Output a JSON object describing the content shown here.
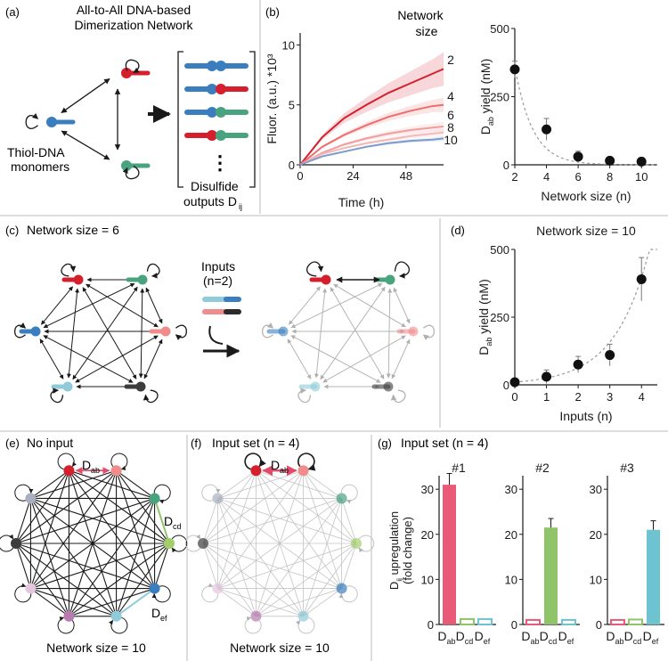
{
  "panel_a": {
    "label": "(a)",
    "title_line1": "All-to-All DNA-based",
    "title_line2": "Dimerization Network",
    "monomers_line1": "Thiol-DNA",
    "monomers_line2": "monomers",
    "outputs_line1": "Disulfide",
    "outputs_line2": "outputs D",
    "outputs_sub": "ij",
    "ellipsis": "⋮"
  },
  "panel_b": {
    "label": "(b)",
    "legend_title_line1": "Network",
    "legend_title_line2": "size"
  },
  "panel_c": {
    "label": "(c)",
    "title": "Network size = 6",
    "inputs_line1": "Inputs",
    "inputs_line2": "(n=2)"
  },
  "panel_d": {
    "label": "(d)"
  },
  "panel_e": {
    "label": "(e)",
    "title": "No input",
    "footer": "Network size = 10",
    "dab": "D",
    "dab_sub": "ab",
    "dcd": "D",
    "dcd_sub": "cd",
    "def": "D",
    "def_sub": "ef"
  },
  "panel_f": {
    "label": "(f)",
    "title": "Input set (n = 4)",
    "footer": "Network size = 10",
    "dab": "D",
    "dab_sub": "ab"
  },
  "panel_g": {
    "label": "(g)",
    "title": "Input set (n = 4)"
  },
  "colors": {
    "red": "#d4202c",
    "blue": "#3a7ebf",
    "green": "#4aa37f",
    "pink": "#f08c8c",
    "lightblue": "#8fcbd8",
    "dark": "#3c3c3c",
    "lime": "#a3cf6a",
    "purple": "#b77bb0",
    "lavender": "#e4c6df",
    "grey": "#a8b0c0",
    "bar_pink": "#e85a78",
    "bar_green": "#8fc46a",
    "bar_cyan": "#6ec3d1"
  },
  "chart_data": [
    {
      "id": "b-left",
      "type": "line",
      "xlabel": "Time (h)",
      "ylabel": "Fluor. (a.u.) *10³",
      "xticks": [
        0,
        24,
        48
      ],
      "yticks": [
        0,
        5,
        10
      ],
      "xlim": [
        0,
        65
      ],
      "ylim": [
        0,
        11
      ],
      "series": [
        {
          "name": "2",
          "color": "#d4202c",
          "band": 1.4,
          "x": [
            0,
            10,
            20,
            30,
            40,
            50,
            60,
            65
          ],
          "y": [
            0,
            2.3,
            3.9,
            5.0,
            6.0,
            6.8,
            7.6,
            8.0
          ]
        },
        {
          "name": "4",
          "color": "#ee6d6d",
          "band": 0.6,
          "x": [
            0,
            10,
            20,
            30,
            40,
            50,
            60,
            65
          ],
          "y": [
            0,
            1.5,
            2.5,
            3.3,
            4.0,
            4.5,
            4.9,
            5.0
          ]
        },
        {
          "name": "6",
          "color": "#f29d9d",
          "band": 0.4,
          "x": [
            0,
            10,
            20,
            30,
            40,
            50,
            60,
            65
          ],
          "y": [
            0,
            1.0,
            1.7,
            2.2,
            2.6,
            2.9,
            3.1,
            3.2
          ]
        },
        {
          "name": "8",
          "color": "#f4b8b8",
          "band": 0.3,
          "x": [
            0,
            10,
            20,
            30,
            40,
            50,
            60,
            65
          ],
          "y": [
            0,
            0.9,
            1.4,
            1.8,
            2.1,
            2.4,
            2.6,
            2.7
          ]
        },
        {
          "name": "10",
          "color": "#7b9ccc",
          "band": 0.2,
          "x": [
            0,
            10,
            20,
            30,
            40,
            50,
            60,
            65
          ],
          "y": [
            0,
            0.7,
            1.1,
            1.5,
            1.8,
            2.0,
            2.1,
            2.2
          ]
        }
      ]
    },
    {
      "id": "b-right",
      "type": "scatter",
      "xlabel": "Network size (n)",
      "ylabel": "D",
      "ylabel_sub": "ab",
      "ylabel_rest": " yield (nM)",
      "xticks": [
        2,
        4,
        6,
        8,
        10
      ],
      "yticks": [
        0,
        250,
        500
      ],
      "xlim": [
        2,
        11
      ],
      "ylim": [
        0,
        500
      ],
      "x": [
        2,
        4,
        6,
        8,
        10
      ],
      "y": [
        350,
        130,
        30,
        15,
        12
      ],
      "err": [
        30,
        40,
        20,
        12,
        10
      ]
    },
    {
      "id": "d",
      "type": "scatter",
      "title": "Network size = 10",
      "xlabel": "Inputs (n)",
      "ylabel": "D",
      "ylabel_sub": "ab",
      "ylabel_rest": " yield (nM)",
      "xticks": [
        0,
        1,
        2,
        3,
        4
      ],
      "yticks": [
        0,
        250,
        500
      ],
      "xlim": [
        0,
        4.5
      ],
      "ylim": [
        0,
        500
      ],
      "x": [
        0,
        1,
        2,
        3,
        4
      ],
      "y": [
        10,
        30,
        75,
        110,
        390
      ],
      "err": [
        10,
        25,
        30,
        40,
        80
      ]
    },
    {
      "id": "g",
      "type": "bar",
      "ylabel_line1": "D",
      "ylabel_sub": "ij",
      "ylabel_rest": " upregulation",
      "ylabel_line2": "(fold change)",
      "yticks": [
        0,
        10,
        20,
        30
      ],
      "ylim": [
        0,
        33
      ],
      "categories": [
        "D_ab",
        "D_cd",
        "D_ef"
      ],
      "cat_main": "D",
      "cat_subs": [
        "ab",
        "cd",
        "ef"
      ],
      "sets": [
        {
          "name": "#1",
          "values": [
            31,
            1.2,
            1.2
          ],
          "err": [
            2.5,
            0,
            0
          ]
        },
        {
          "name": "#2",
          "values": [
            1.0,
            21.5,
            1.0
          ],
          "err": [
            0,
            2.0,
            0
          ]
        },
        {
          "name": "#3",
          "values": [
            1.0,
            1.1,
            21.0
          ],
          "err": [
            0,
            0,
            2.0
          ]
        }
      ]
    }
  ]
}
